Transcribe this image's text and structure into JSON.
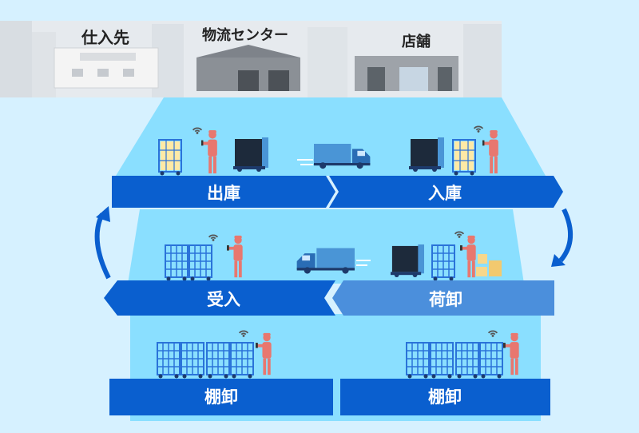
{
  "locations": {
    "supplier": "仕入先",
    "dc": "物流センター",
    "store": "店舗"
  },
  "flow": {
    "shipping": "出庫",
    "receiving_store": "入庫",
    "receiving_dc": "受入",
    "unloading": "荷卸",
    "inventory_left": "棚卸",
    "inventory_right": "棚卸"
  },
  "colors": {
    "band_dark": "#0a5fcf",
    "band_light": "#4b8fdc",
    "panel": "#8adfff",
    "background": "#d6f1ff",
    "worker": "#e8776f",
    "truck_cargo": "#4a95d6",
    "cart": "#2a73d9"
  }
}
